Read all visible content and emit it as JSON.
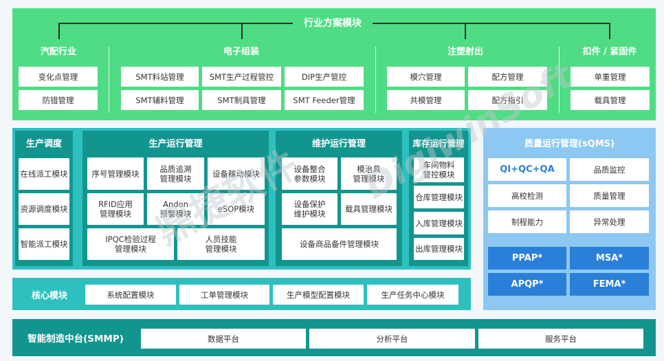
{
  "colors": {
    "green": "#4fdc84",
    "teal": "#2ec0be",
    "teal_dark": "#13958f",
    "quality_bg": "#8cc8f2",
    "quality_blue": "#2a7fd8",
    "qi_text": "#2a7fd8"
  },
  "top": {
    "title": "行业方案模块",
    "sections": [
      {
        "title": "汽配行业",
        "items": [
          "变化点管理",
          "防错管理"
        ]
      },
      {
        "title": "电子组装",
        "items": [
          "SMT料站管理",
          "SMT生产过程管控",
          "DIP生产管控",
          "SMT辅料管理",
          "SMT制具管理",
          "SMT Feeder管理"
        ]
      },
      {
        "title": "注塑射出",
        "items": [
          "模穴管理",
          "配方管理",
          "共模管理",
          "配方指引"
        ]
      },
      {
        "title": "扣件 / 紧固件",
        "items": [
          "单重管理",
          "载具管理"
        ]
      }
    ]
  },
  "dispatch": {
    "title": "生产调度",
    "items": [
      "在线派工模块",
      "资源调度模块",
      "智能派工模块"
    ]
  },
  "production": {
    "title": "生产运行管理",
    "items": [
      "序号管理模块",
      "品质追溯\n管理模块",
      "设备稼动模块",
      "RFID应用\n管理模块",
      "Andon\n预警模块",
      "eSOP模块",
      "IPQC检验过程\n管理模块",
      "人员技能\n管理模块"
    ]
  },
  "maintenance": {
    "title": "维护运行管理",
    "items": [
      "设备整合\n参数模块",
      "模治具\n管理模块",
      "设备保护\n维护模块",
      "载具管理模块",
      "设备商品备件管理模块"
    ]
  },
  "inventory": {
    "title": "库存运行管理",
    "items": [
      "车间物料\n管控模块",
      "仓库管理模块",
      "入库管理模块",
      "出库管理模块"
    ]
  },
  "quality": {
    "title": "质量运行管理(sQMS)",
    "items": [
      "QI+QC+QA",
      "品质监控",
      "高校检测",
      "质量管理",
      "制程能力",
      "异常处理"
    ],
    "blue_items": [
      "PPAP*",
      "MSA*",
      "APQP*",
      "FEMA*"
    ]
  },
  "core": {
    "title": "核心模块",
    "items": [
      "系统配置模块",
      "工单管理模块",
      "生产模型配置模块",
      "生产任务中心模块"
    ]
  },
  "smmp": {
    "title": "智能制造中台(SMMP)",
    "items": [
      "数据平台",
      "分析平台",
      "服务平台"
    ]
  },
  "watermark": {
    "cn": "鼎捷软件",
    "en": "DigiwinSoft"
  }
}
